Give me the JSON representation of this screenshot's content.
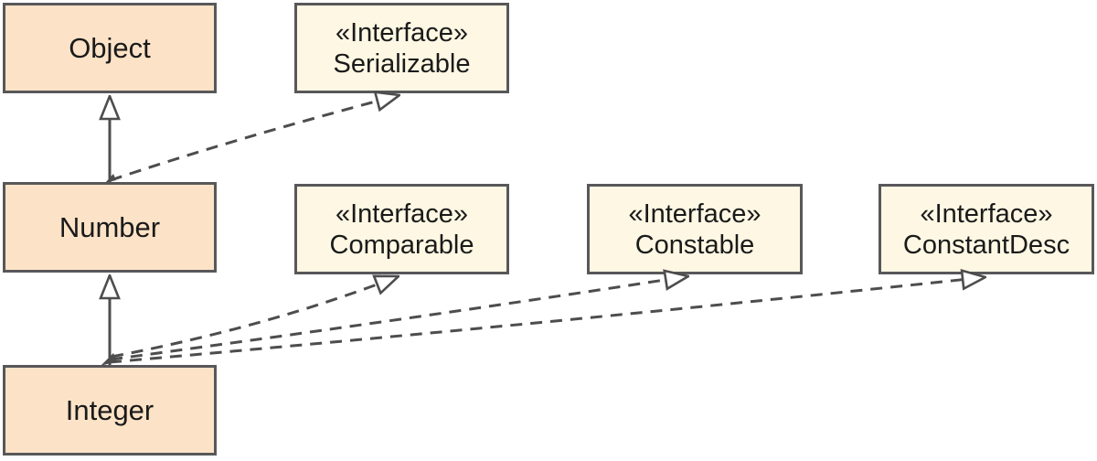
{
  "diagram": {
    "type": "uml-class-diagram",
    "nodes": {
      "object": {
        "kind": "class",
        "label": "Object"
      },
      "serializable": {
        "kind": "interface",
        "stereotype": "«Interface»",
        "label": "Serializable"
      },
      "number": {
        "kind": "class",
        "label": "Number"
      },
      "comparable": {
        "kind": "interface",
        "stereotype": "«Interface»",
        "label": "Comparable"
      },
      "constable": {
        "kind": "interface",
        "stereotype": "«Interface»",
        "label": "Constable"
      },
      "constantdesc": {
        "kind": "interface",
        "stereotype": "«Interface»",
        "label": "ConstantDesc"
      },
      "integer": {
        "kind": "class",
        "label": "Integer"
      }
    },
    "edges": [
      {
        "from": "Number",
        "to": "Object",
        "relation": "generalization",
        "style": "solid-hollow-triangle"
      },
      {
        "from": "Number",
        "to": "Serializable",
        "relation": "realization",
        "style": "dashed-hollow-triangle"
      },
      {
        "from": "Integer",
        "to": "Number",
        "relation": "generalization",
        "style": "solid-hollow-triangle"
      },
      {
        "from": "Integer",
        "to": "Comparable",
        "relation": "realization",
        "style": "dashed-hollow-triangle"
      },
      {
        "from": "Integer",
        "to": "Constable",
        "relation": "realization",
        "style": "dashed-hollow-triangle"
      },
      {
        "from": "Integer",
        "to": "ConstantDesc",
        "relation": "realization",
        "style": "dashed-hollow-triangle"
      }
    ],
    "colors": {
      "class_fill": "#fce3c7",
      "interface_fill": "#fdf7e3",
      "border": "#58585a",
      "line": "#4d4d4d",
      "text": "#1a1a1a",
      "background": "#ffffff"
    }
  }
}
